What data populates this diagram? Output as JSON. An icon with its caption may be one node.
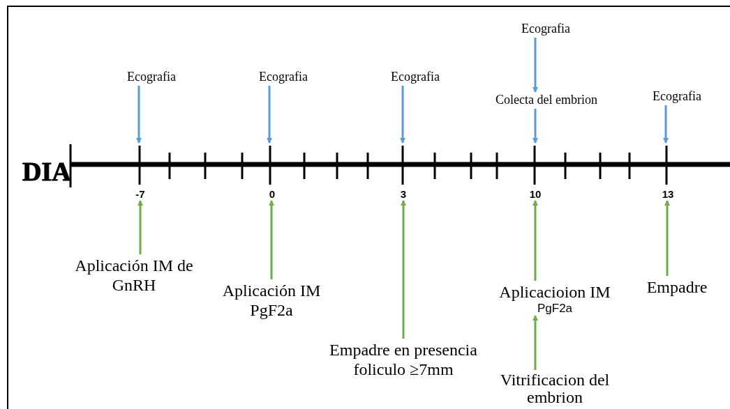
{
  "diagram": {
    "nodes": [
      {
        "text": [],
        "shape": "bar"
      },
      {
        "text": [
          "-7"
        ]
      },
      {
        "text": [
          "0"
        ]
      },
      {
        "text": [
          "3"
        ]
      },
      {
        "text": [
          "10"
        ]
      },
      {
        "text": [
          "13"
        ]
      },
      {
        "text": [
          "Ecografia"
        ]
      },
      {
        "text": [
          "Ecografia"
        ]
      },
      {
        "text": [
          "Ecografia"
        ]
      },
      {
        "text": [
          "Ecografia"
        ]
      },
      {
        "text": [
          "Colecta del embrion"
        ]
      },
      {
        "text": [
          "Ecografia"
        ]
      },
      {
        "text": [
          "Aplicación IM de GnRH"
        ]
      },
      {
        "text": [
          "Aplicación IM PgF2a"
        ]
      },
      {
        "text": [
          "Empadre en presencia foliculo ≥7mm"
        ]
      },
      {
        "text": [
          "Aplicacioion IM",
          "PgF2a"
        ]
      },
      {
        "text": [
          "Vitrificacion del embrion"
        ]
      },
      {
        "text": [
          "Empadre"
        ]
      }
    ],
    "edges": [
      {
        "from": 6,
        "to": 0,
        "arrow": "to",
        "color": "#5b9bd5"
      },
      {
        "from": 7,
        "to": 0,
        "arrow": "to",
        "color": "#5b9bd5"
      },
      {
        "from": 8,
        "to": 0,
        "arrow": "to",
        "color": "#5b9bd5"
      },
      {
        "from": 9,
        "to": 10,
        "arrow": "to",
        "color": "#5b9bd5"
      },
      {
        "from": 10,
        "to": 0,
        "arrow": "to",
        "color": "#5b9bd5"
      },
      {
        "from": 11,
        "to": 0,
        "arrow": "to",
        "color": "#5b9bd5"
      },
      {
        "from": 12,
        "to": 1,
        "arrow": "to",
        "color": "#70ad47"
      },
      {
        "from": 13,
        "to": 2,
        "arrow": "to",
        "color": "#70ad47"
      },
      {
        "from": 14,
        "to": 3,
        "arrow": "to",
        "color": "#70ad47"
      },
      {
        "from": 15,
        "to": 4,
        "arrow": "to",
        "color": "#70ad47"
      },
      {
        "from": 16,
        "to": 15,
        "arrow": "to",
        "color": "#70ad47"
      },
      {
        "from": 17,
        "to": 5,
        "arrow": "to",
        "color": "#70ad47"
      }
    ],
    "labels": [
      "DIA"
    ]
  }
}
